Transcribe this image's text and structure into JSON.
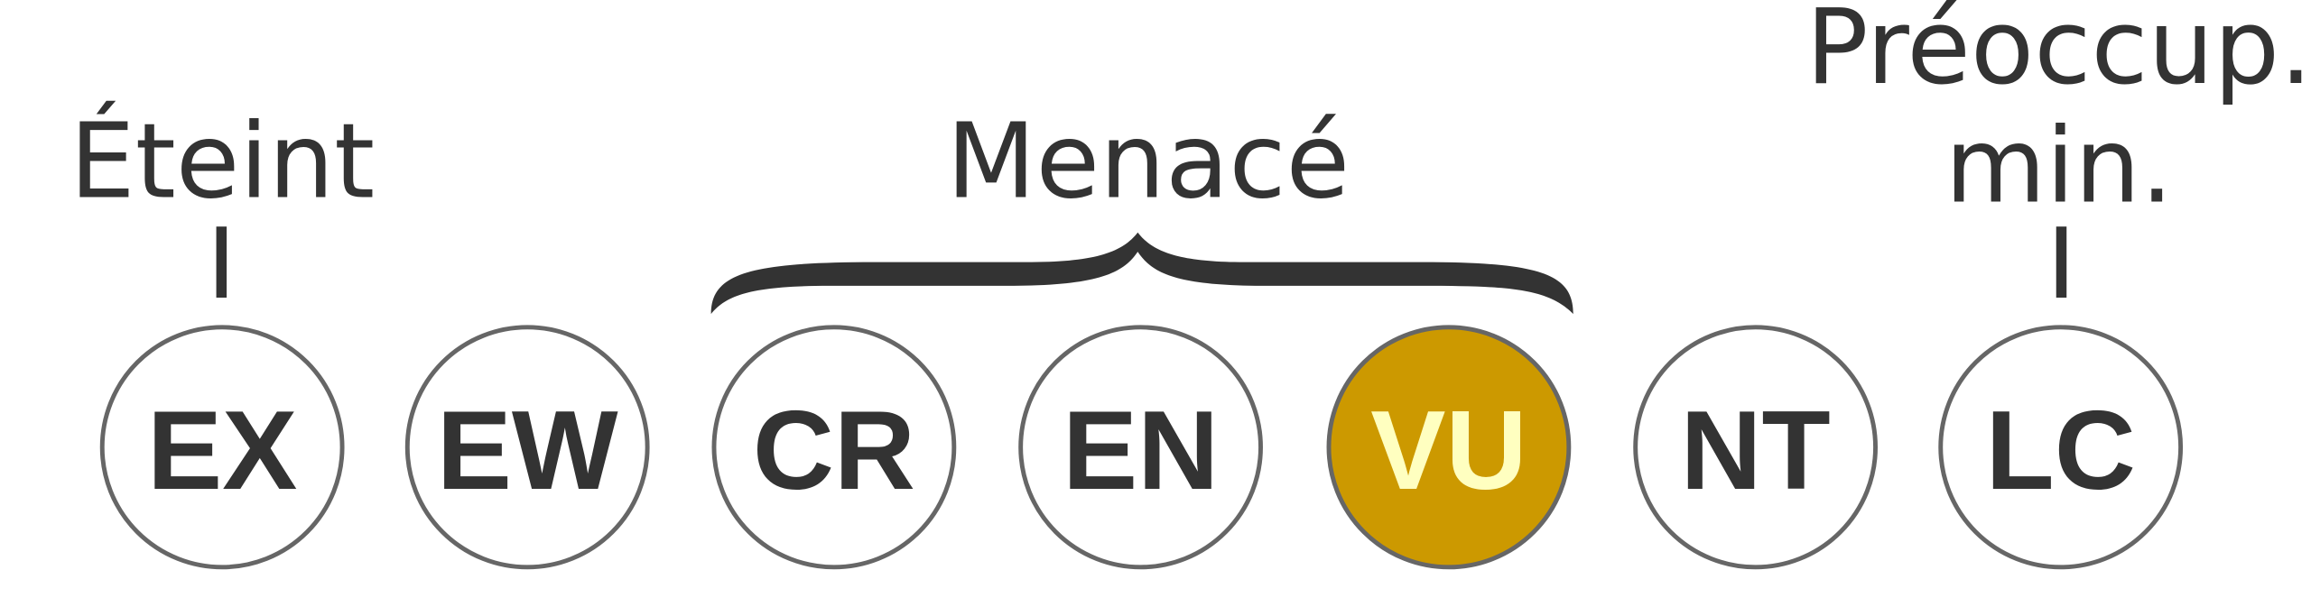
{
  "groups": {
    "extinct": "Éteint",
    "threatened": "Menacé",
    "least_concern_line1": "Préoccup.",
    "least_concern_line2": "min."
  },
  "categories": [
    {
      "code": "EX",
      "selected": false
    },
    {
      "code": "EW",
      "selected": false
    },
    {
      "code": "CR",
      "selected": false
    },
    {
      "code": "EN",
      "selected": false
    },
    {
      "code": "VU",
      "selected": true
    },
    {
      "code": "NT",
      "selected": false
    },
    {
      "code": "LC",
      "selected": false
    }
  ],
  "colors": {
    "selected_fill": "#CC9900",
    "selected_text": "#FFFFC0",
    "text": "#333333",
    "stroke": "#666666"
  }
}
